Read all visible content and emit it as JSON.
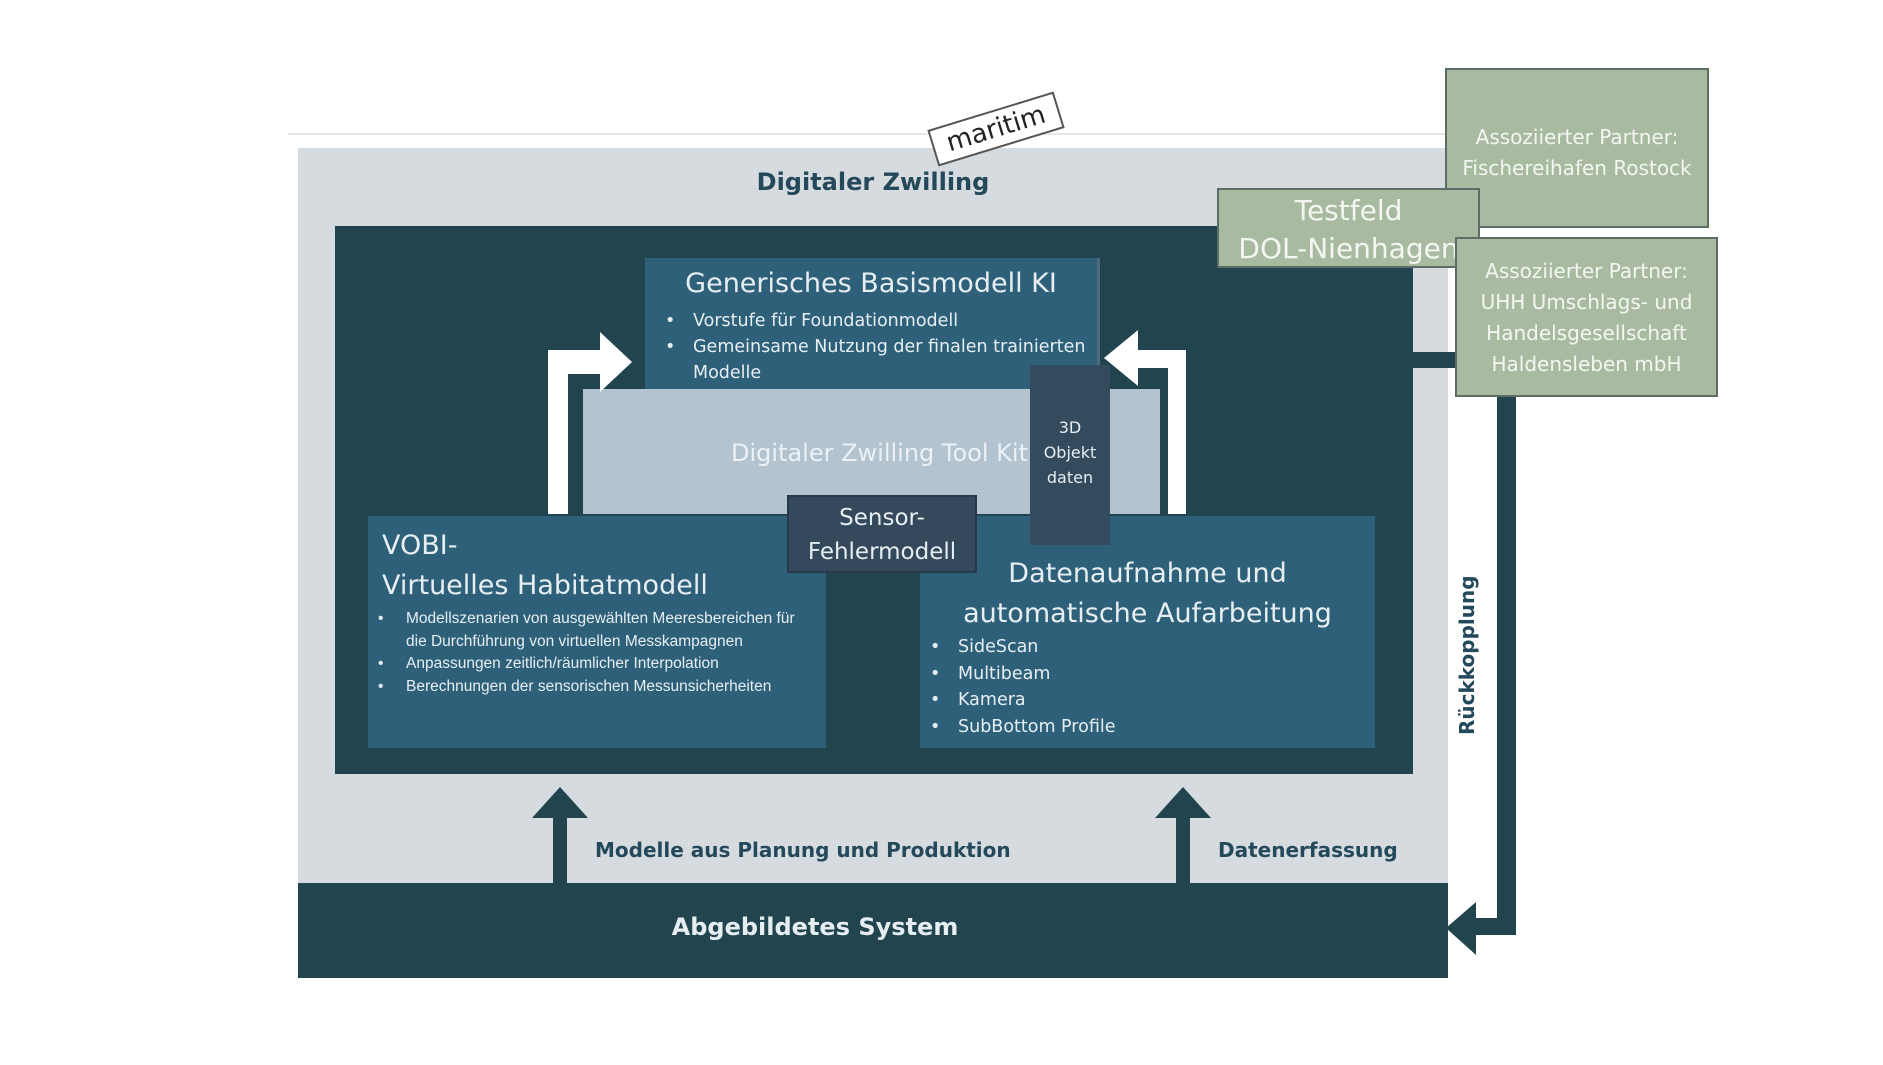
{
  "title": "Digitaler Zwilling",
  "tag": "maritim",
  "top_box": {
    "title": "Generisches Basismodell KI",
    "bullets": [
      "Vorstufe für Foundationmodell",
      "Gemeinsame Nutzung der finalen trainierten Modelle"
    ]
  },
  "toolkit": {
    "label": "Digitaler Zwilling Tool Kit"
  },
  "objekt": {
    "line1": "3D",
    "line2": "Objekt",
    "line3": "daten"
  },
  "sensor": {
    "line1": "Sensor-",
    "line2": "Fehlermodell"
  },
  "vobi": {
    "title_line1": "VOBI-",
    "title_line2": "Virtuelles Habitatmodell",
    "bullets": [
      "Modellszenarien von ausgewählten Meeresbereichen für die Durchführung von virtuellen Messkampagnen",
      "Anpassungen zeitlich/räumlicher Interpolation",
      "Berechnungen der sensorischen Messunsicherheiten"
    ]
  },
  "daten": {
    "title_line1": "Datenaufnahme und",
    "title_line2": "automatische Aufarbeitung",
    "bullets": [
      "SideScan",
      "Multibeam",
      "Kamera",
      "SubBottom Profile"
    ]
  },
  "arrows": {
    "modelle_label": "Modelle aus Planung und Produktion",
    "daten_label": "Datenerfassung",
    "feedback_label": "Rückkopplung"
  },
  "system": {
    "label": "Abgebildetes System"
  },
  "partners": {
    "fischerei": {
      "line1": "Assoziierter Partner:",
      "line2": "Fischereihafen Rostock"
    },
    "testfeld": {
      "line1": "Testfeld",
      "line2": "DOL-Nienhagen"
    },
    "uhh": {
      "line1": "Assoziierter Partner:",
      "line2": "UHH Umschlags- und",
      "line3": "Handelsgesellschaft",
      "line4": "Haldensleben mbH"
    }
  },
  "colors": {
    "dark_teal": "#21444f",
    "mid_teal": "#2e6179",
    "light_grey": "#d6dbdf",
    "toolkit_blue": "#b3c3d0",
    "partner_green": "#a8bba1"
  }
}
